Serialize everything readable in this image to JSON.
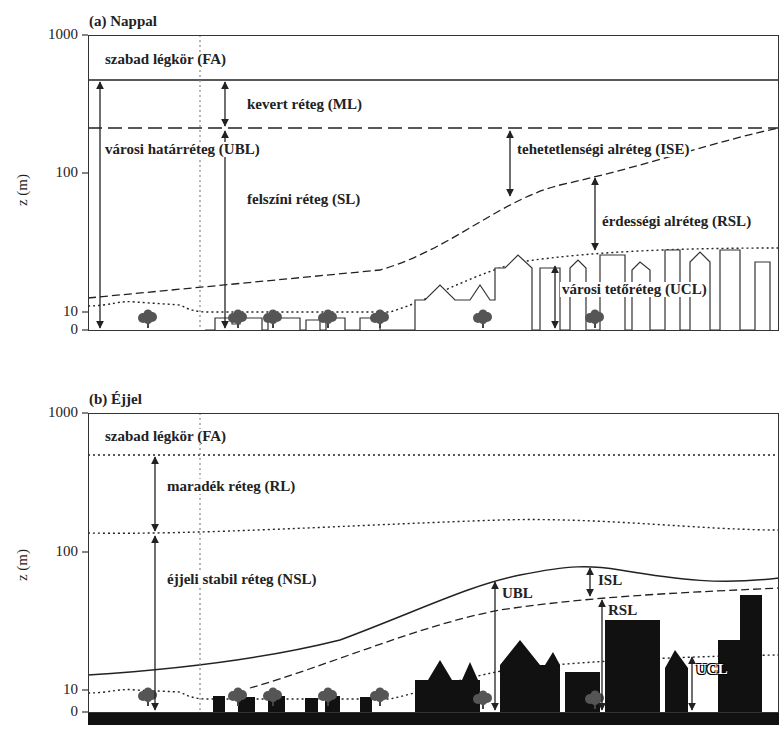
{
  "diagram": {
    "nodes": [
      {
        "text": [
          "(a) Nappal"
        ]
      },
      {
        "text": [
          "(b) Éjjel"
        ]
      }
    ],
    "labels": [
      "1000",
      "100",
      "10",
      "0",
      "z (m)",
      "szabad légkör (FA)",
      "kevert réteg (ML)",
      "városi határréteg (UBL)",
      "tehetetlenségi alréteg (ISE)",
      "felszíni réteg (SL)",
      "érdességi alréteg (RSL)",
      "városi tetőréteg (UCL)",
      "1000",
      "100",
      "10",
      "0",
      "z (m)",
      "szabad légkör (FA)",
      "maradék réteg (RL)",
      "éjjeli stabil réteg (NSL)",
      "UBL",
      "ISL",
      "RSL",
      "UCL"
    ]
  }
}
